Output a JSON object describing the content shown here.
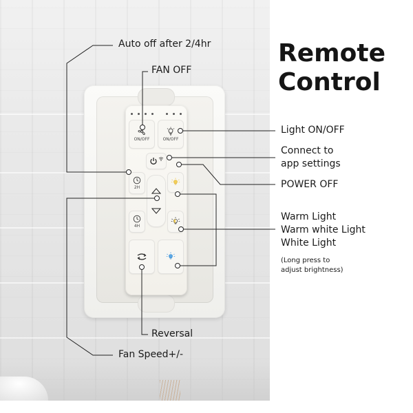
{
  "title": {
    "line1": "Remote",
    "line2": "Control",
    "highlight_color": "#f4e0a6"
  },
  "callouts": {
    "auto_off": "Auto off after 2/4hr",
    "fan_off": "FAN OFF",
    "light_on_off": "Light ON/OFF",
    "connect_app_1": "Connect to",
    "connect_app_2": "app settings",
    "power_off": "POWER OFF",
    "warm_light": "Warm Light",
    "warm_white_light": "Warm white Light",
    "white_light": "White Light",
    "long_press_1": "(Long press to",
    "long_press_2": "adjust brightness)",
    "reversal": "Reversal",
    "fan_speed": "Fan Speed+/-"
  },
  "remote": {
    "fan_onoff_caption": "ON/OFF",
    "light_onoff_caption": "ON/OFF",
    "timer_2h_caption": "2H",
    "timer_4h_caption": "4H",
    "icons": [
      "fan-icon",
      "light-bulb-icon",
      "power-icon",
      "wifi-icon",
      "clock-icon",
      "arrow-up-icon",
      "arrow-down-icon",
      "sun-bulb-icon",
      "half-bulb-icon",
      "reversal-icon",
      "blue-bulb-icon"
    ],
    "warm_color": "#f2cf58",
    "white_color": "#5aa7e6"
  },
  "colors": {
    "line": "#222222",
    "text": "#1a1a1a"
  }
}
